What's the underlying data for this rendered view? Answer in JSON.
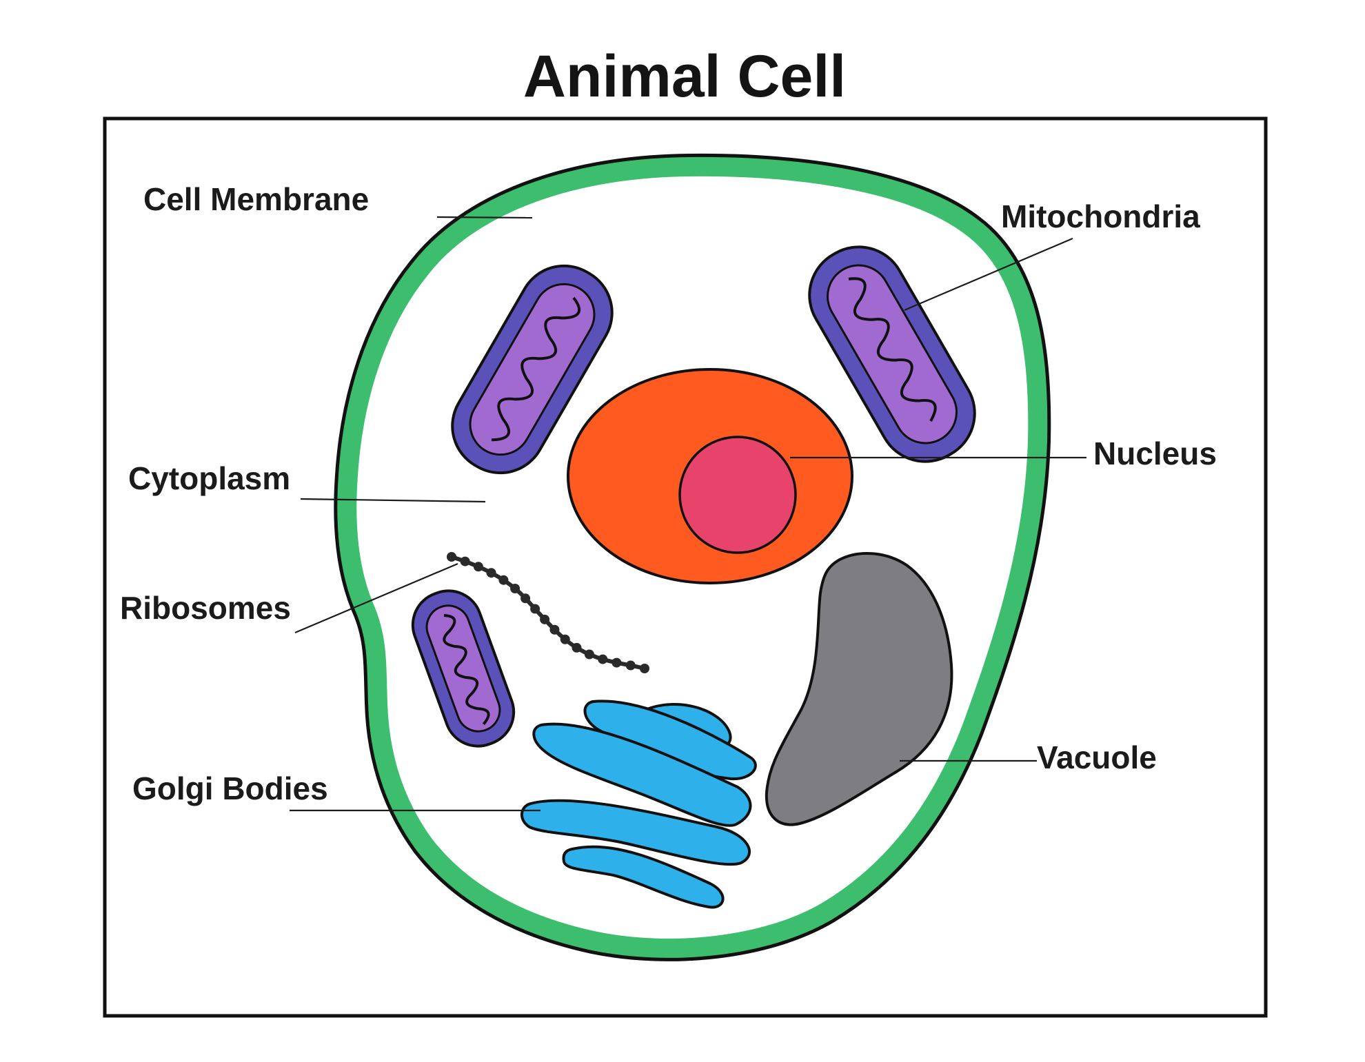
{
  "title": "Animal Cell",
  "labels": {
    "cell_membrane": "Cell Membrane",
    "cytoplasm": "Cytoplasm",
    "ribosomes": "Ribosomes",
    "golgi_bodies": "Golgi Bodies",
    "mitochondria": "Mitochondria",
    "nucleus": "Nucleus",
    "vacuole": "Vacuole"
  },
  "colors": {
    "membrane": "#3dbd6e",
    "mitochondria_outer": "#5a52b8",
    "mitochondria_inner": "#a06ad0",
    "nucleus": "#ff5a1f",
    "nucleolus": "#e8436a",
    "vacuole": "#7e7e82",
    "golgi": "#2eb0ea",
    "ribosomes": "#2a2a2a"
  }
}
